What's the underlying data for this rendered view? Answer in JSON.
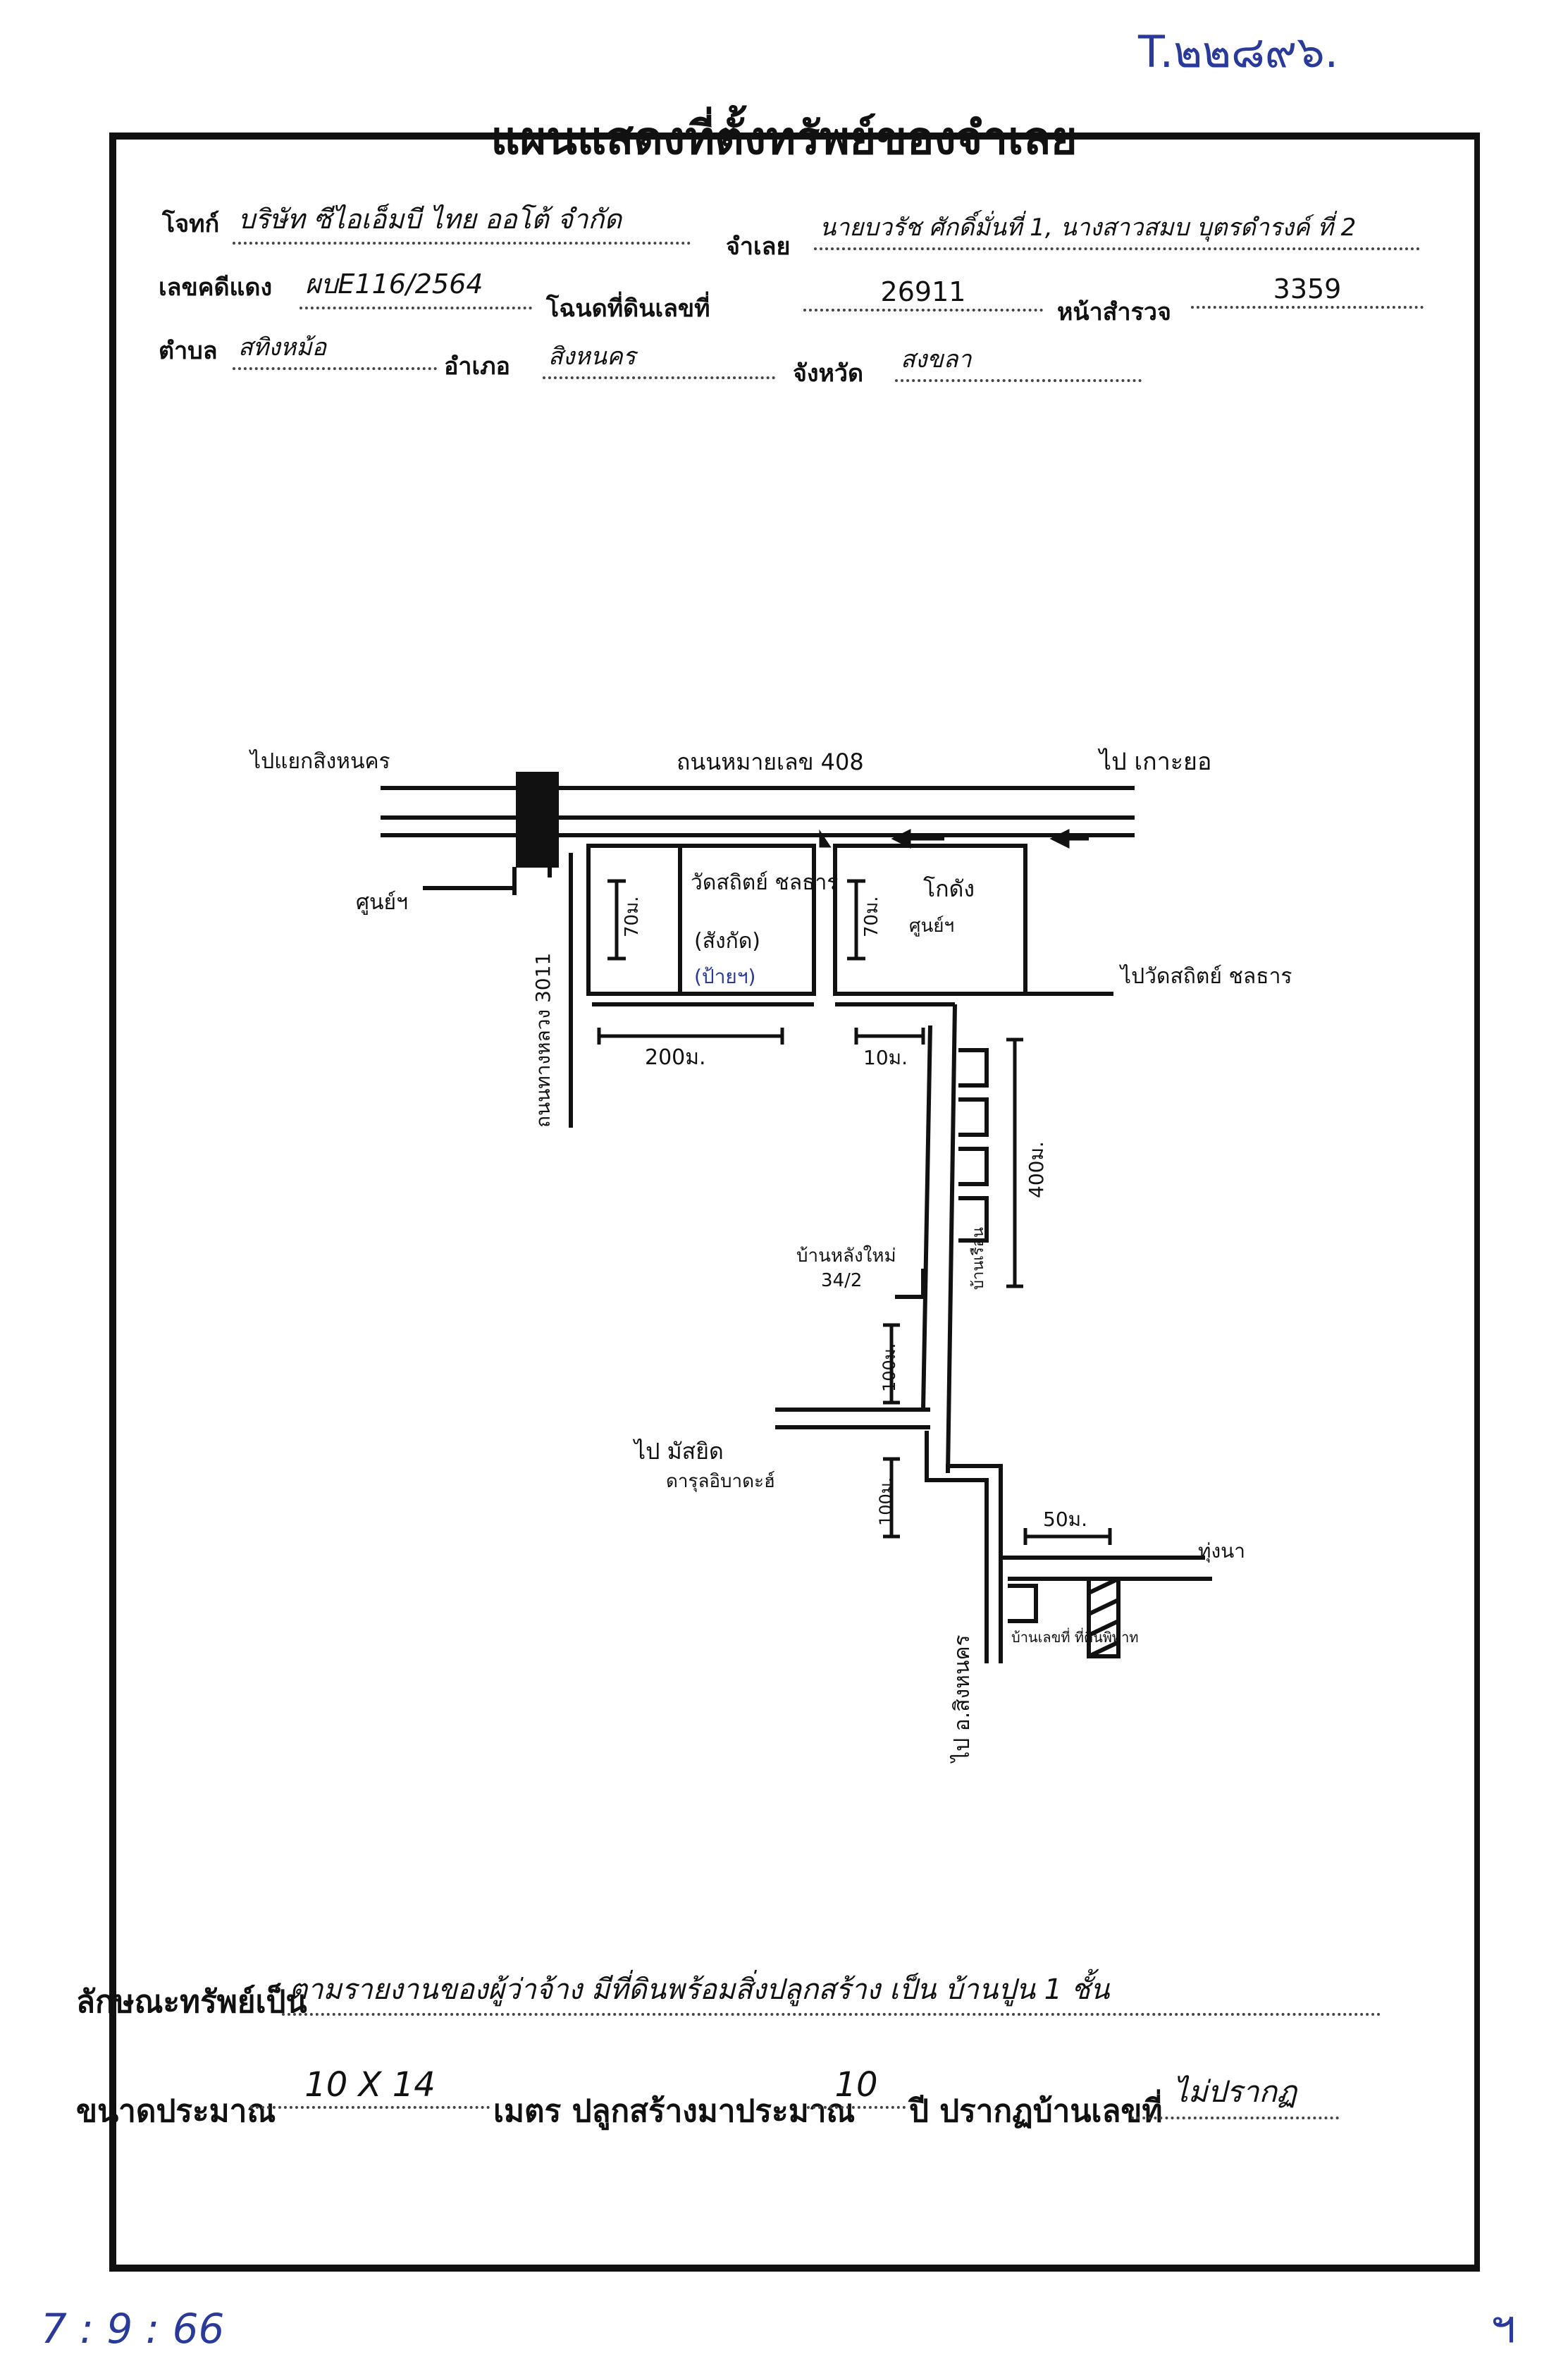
{
  "header": {
    "ref_no": "T.๒๒๘๙๖.",
    "title": "แผนแสดงที่ตั้งทรัพย์ของจำเลย"
  },
  "fields": {
    "plaintiff_label": "โจทก์",
    "plaintiff": "บริษัท ซีไอเอ็มบี ไทย ออโต้ จำกัด",
    "defendant_label": "จำเลย",
    "defendant": "นายบวรัช ศักดิ์มั่นที่ 1, นางสาวสมบ บุตรดำรงค์ ที่ 2",
    "red_case_label": "เลขคดีแดง",
    "red_case": "ผบE116/2564",
    "title_deed_label": "โฉนดที่ดินเลขที่",
    "title_deed": "26911",
    "survey_page_label": "หน้าสำรวจ",
    "survey_page": "3359",
    "subdistrict_label": "ตำบล",
    "subdistrict": "สทิงหม้อ",
    "district_label": "อำเภอ",
    "district": "สิงหนคร",
    "province_label": "จังหวัด",
    "province": "สงขลา"
  },
  "map": {
    "to_left": "ไปแยกสิงหนคร",
    "road_main": "ถนนหมายเลข 408",
    "to_right": "ไป เกาะยอ",
    "road_side": "ถนนทางหลวง 3011",
    "poi_1": "ศูนย์ฯ",
    "block_a_name": "วัดสถิตย์ ชลธาร",
    "block_a_sub": "(สังกัด)",
    "block_a_note": "(ป้ายฯ)",
    "block_b_name": "โกดัง",
    "block_b_sub": "ศูนย์ฯ",
    "to_temple": "ไปวัดสถิตย์ ชลธาร",
    "dist_70a": "70ม.",
    "dist_70b": "70ม.",
    "dist_200": "200ม.",
    "dist_10": "10ม.",
    "dist_400": "400ม.",
    "dist_100a": "100ม.",
    "dist_100b": "100ม.",
    "dist_50": "50ม.",
    "houses_label": "บ้านเรือน",
    "house_new": "บ้านหลังใหม่",
    "house_no": "34/2",
    "to_mosque": "ไป มัสยิด",
    "mosque_sub": "ดารุลอิบาดะฮ์",
    "to_field": "ทุ่งนา",
    "to_district": "ไป อ.สิงหนคร",
    "target_label": "บ้านเลขที่ ที่ดินพิพาท"
  },
  "footer": {
    "type_label": "ลักษณะทรัพย์เป็น",
    "type_value": "ตามรายงานของผู้ว่าจ้าง มีที่ดินพร้อมสิ่งปลูกสร้าง เป็น บ้านปูน 1 ชั้น",
    "size_label": "ขนาดประมาณ",
    "size_value": "10 X 14",
    "age_label": "เมตร ปลูกสร้างมาประมาณ",
    "age_value": "10",
    "house_no_label": "ปี ปรากฏบ้านเลขที่",
    "house_no_value": "ไม่ปรากฏ",
    "date": "7 : 9 : 66",
    "corner_mark": "ฯ"
  }
}
